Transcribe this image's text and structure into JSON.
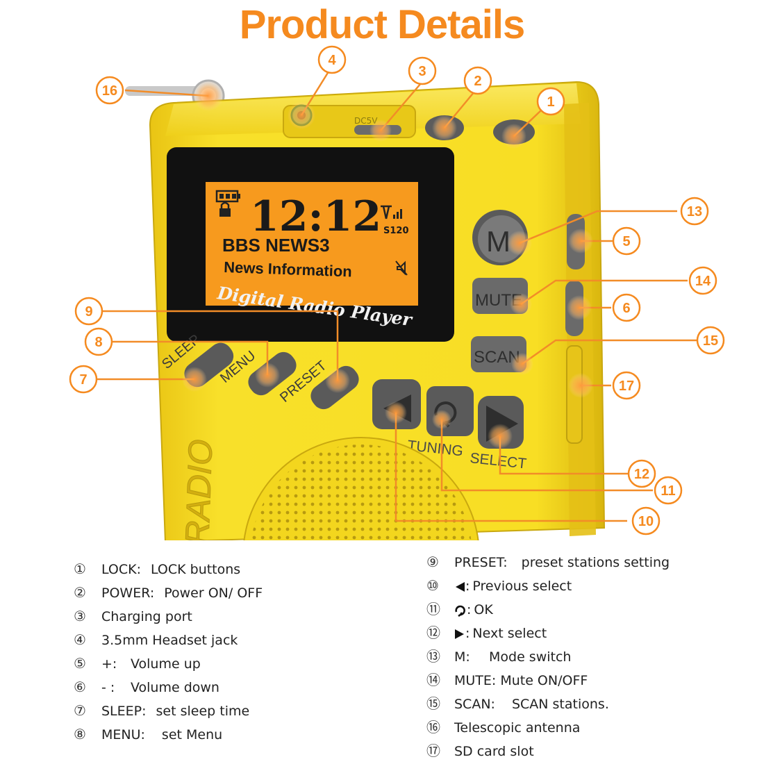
{
  "title": "Product Details",
  "device": {
    "time": "12:12",
    "station": "BBS NEWS3",
    "info": "News Information",
    "signal_code": "S120",
    "brand_text": "Digital Radio Player",
    "side_text": "RADIO",
    "charge_label": "DC5V",
    "buttons": {
      "m": "M",
      "mute": "MUTE",
      "scan": "SCAN",
      "sleep": "SLEEP",
      "menu": "MENU",
      "preset": "PRESET",
      "tuning": "TUNING",
      "select": "SELECT"
    }
  },
  "callouts": [
    "1",
    "2",
    "3",
    "4",
    "5",
    "6",
    "7",
    "8",
    "9",
    "10",
    "11",
    "12",
    "13",
    "14",
    "15",
    "16",
    "17"
  ],
  "legend": {
    "left": [
      {
        "num": "①",
        "key": "LOCK:",
        "desc": "LOCK buttons"
      },
      {
        "num": "②",
        "key": "POWER:",
        "desc": "Power ON/ OFF"
      },
      {
        "num": "③",
        "key": "Charging port",
        "desc": ""
      },
      {
        "num": "④",
        "key": "3.5mm Headset jack",
        "desc": ""
      },
      {
        "num": "⑤",
        "key": "+:",
        "desc": "Volume up"
      },
      {
        "num": "⑥",
        "key": "- :",
        "desc": "Volume down"
      },
      {
        "num": "⑦",
        "key": "SLEEP:",
        "desc": "set sleep time"
      },
      {
        "num": "⑧",
        "key": "MENU:",
        "desc": "set Menu"
      }
    ],
    "right": [
      {
        "num": "⑨",
        "key": "PRESET:",
        "desc": "preset stations setting"
      },
      {
        "num": "⑩",
        "key": ":",
        "desc": "Previous select",
        "icon": "prev-icon"
      },
      {
        "num": "⑪",
        "key": ":",
        "desc": "OK",
        "icon": "ok-icon"
      },
      {
        "num": "⑫",
        "key": ":",
        "desc": "Next select",
        "icon": "next-icon"
      },
      {
        "num": "⑬",
        "key": "M:",
        "desc": "Mode switch"
      },
      {
        "num": "⑭",
        "key": "MUTE:",
        "desc": "Mute ON/OFF"
      },
      {
        "num": "⑮",
        "key": "SCAN:",
        "desc": "SCAN stations."
      },
      {
        "num": "⑯",
        "key": "Telescopic antenna",
        "desc": ""
      },
      {
        "num": "⑰",
        "key": "SD card slot",
        "desc": ""
      }
    ]
  },
  "colors": {
    "accent": "#F58A1F",
    "body": "#F7DC1E",
    "screen": "#F79A1E",
    "button": "#5A5A5A"
  }
}
